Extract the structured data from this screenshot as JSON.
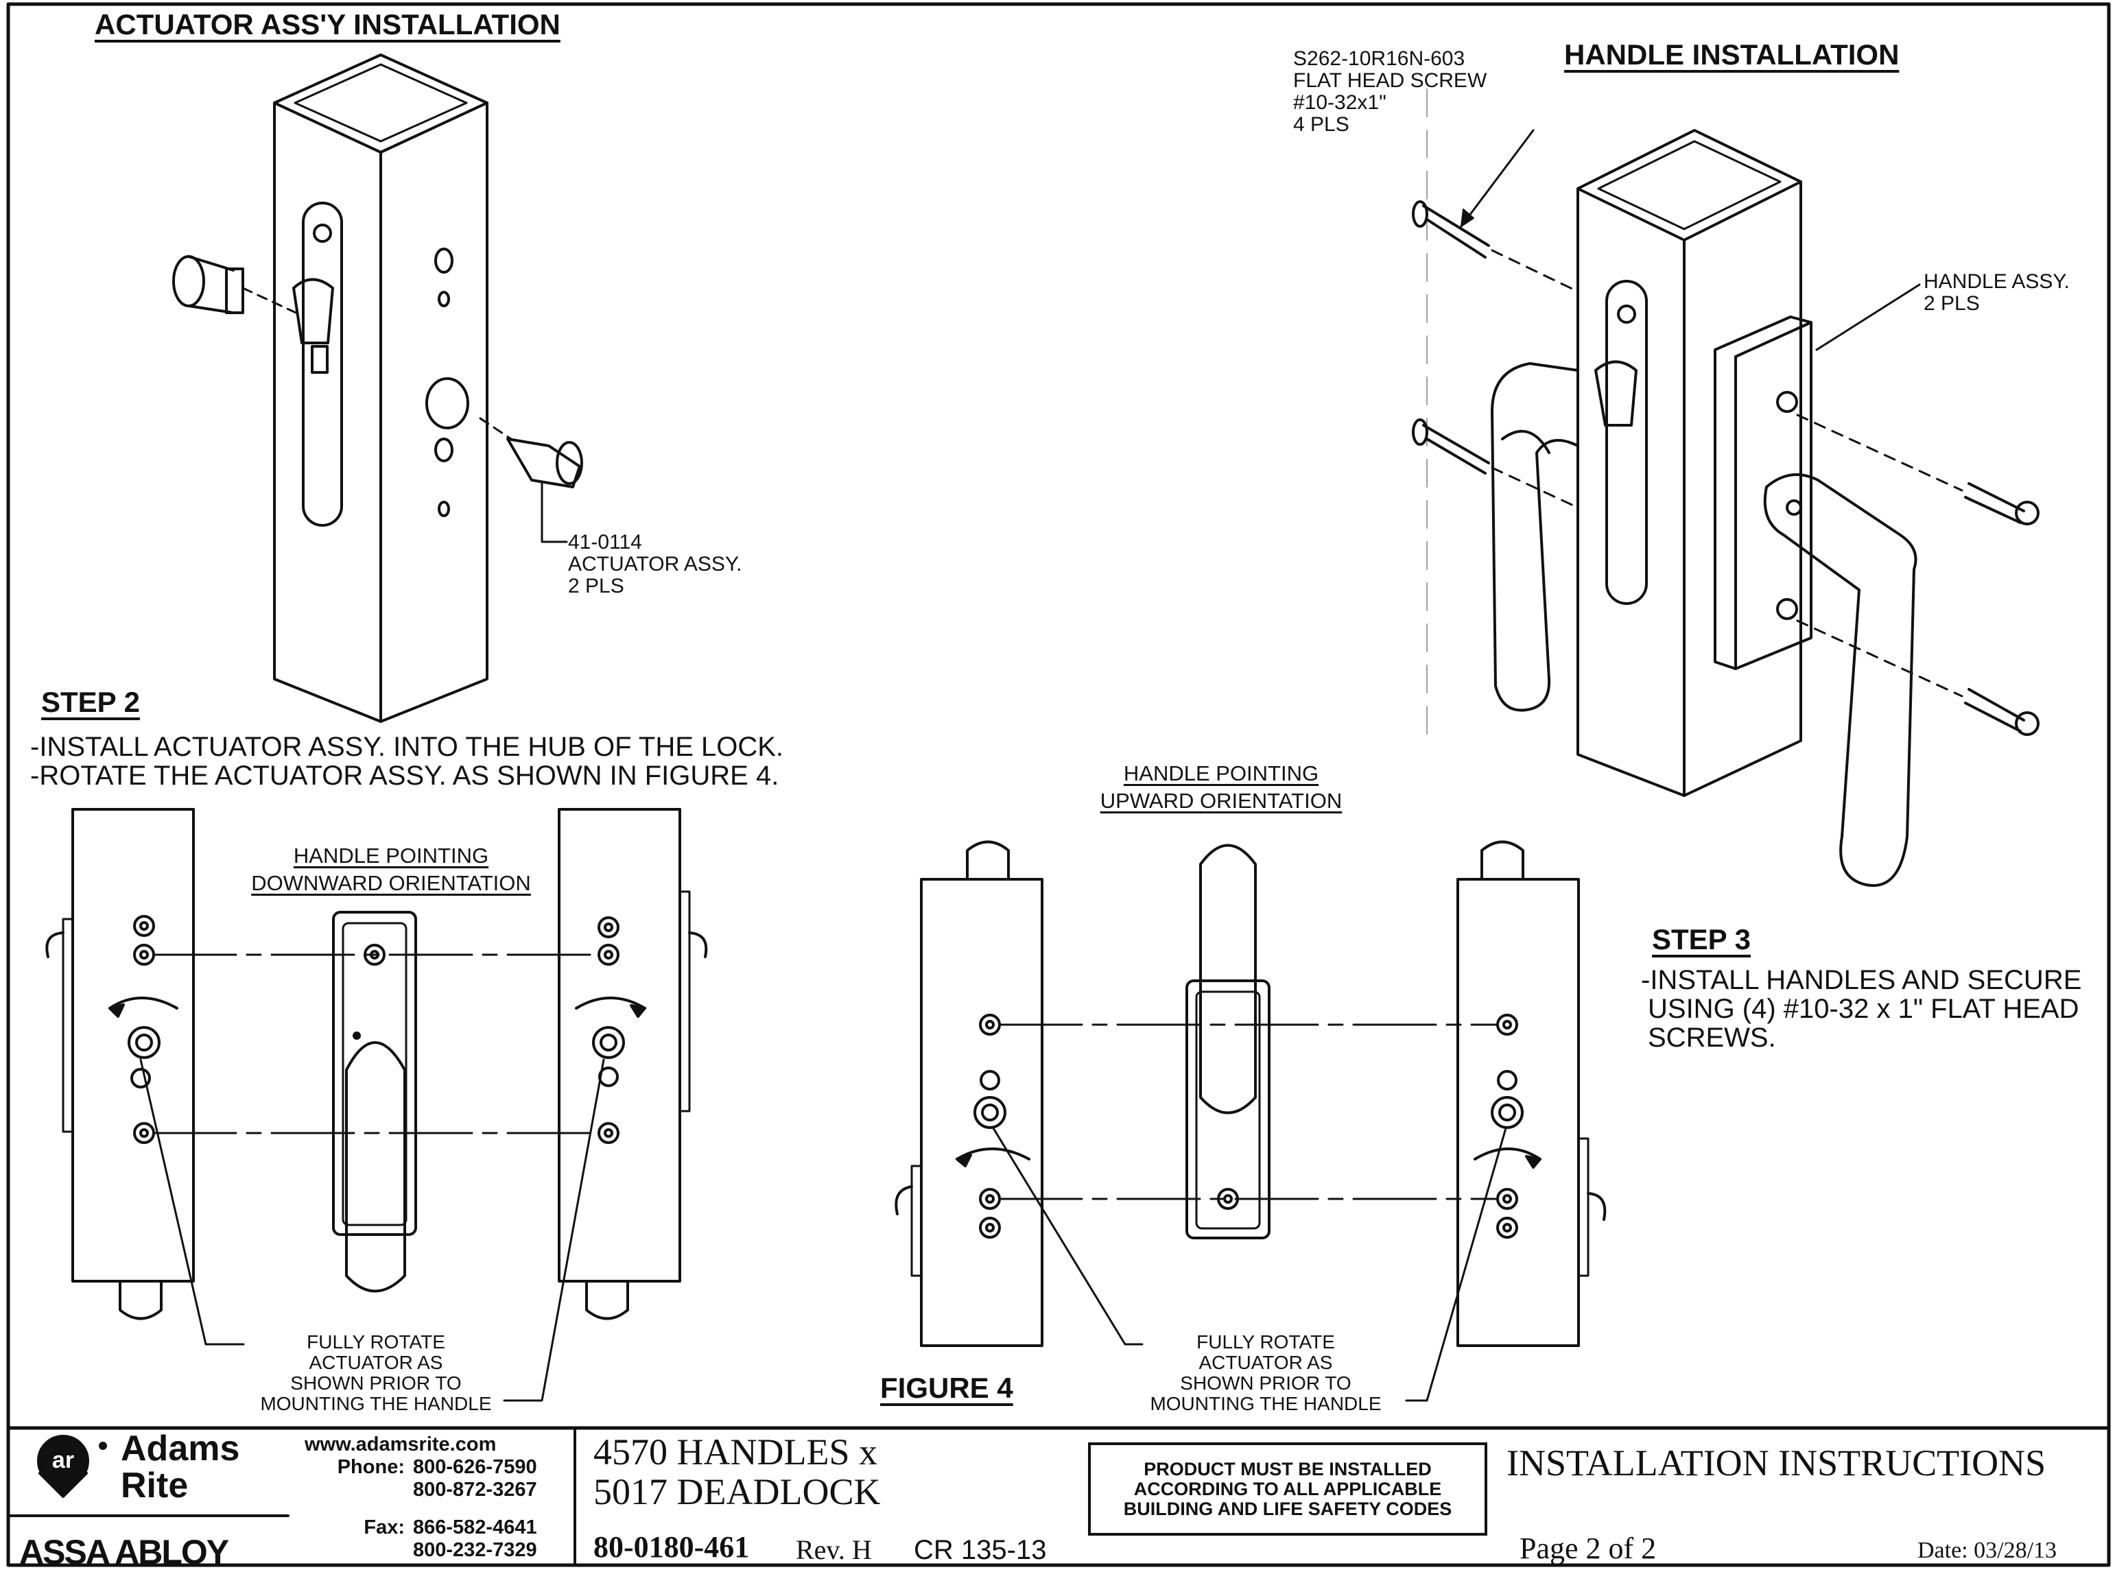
{
  "actuator_section": {
    "title": "ACTUATOR ASS'Y INSTALLATION",
    "actuator_callout": [
      "41-0114",
      "ACTUATOR ASSY.",
      "2 PLS"
    ]
  },
  "step2": {
    "heading": "STEP 2",
    "lines": [
      "-INSTALL ACTUATOR ASSY. INTO THE HUB OF THE LOCK.",
      "-ROTATE THE ACTUATOR ASSY. AS SHOWN IN FIGURE 4."
    ]
  },
  "handle_section": {
    "title": "HANDLE INSTALLATION",
    "screw_callout": [
      "S262-10R16N-603",
      "FLAT HEAD SCREW",
      "#10-32x1\"",
      "4 PLS"
    ],
    "handle_callout": [
      "HANDLE ASSY.",
      "2 PLS"
    ]
  },
  "step3": {
    "heading": "STEP 3",
    "lines": [
      "-INSTALL HANDLES AND SECURE",
      "USING (4) #10-32 x 1\" FLAT HEAD",
      "SCREWS."
    ]
  },
  "figure4": {
    "label": "FIGURE 4",
    "downward": [
      "HANDLE POINTING",
      "DOWNWARD ORIENTATION"
    ],
    "upward": [
      "HANDLE POINTING",
      "UPWARD ORIENTATION"
    ],
    "rotate_note_left": [
      "FULLY ROTATE",
      "ACTUATOR AS",
      "SHOWN PRIOR TO",
      "MOUNTING THE HANDLE"
    ],
    "rotate_note_right": [
      "FULLY ROTATE",
      "ACTUATOR AS",
      "SHOWN PRIOR TO",
      "MOUNTING THE HANDLE"
    ]
  },
  "title_block": {
    "brand_line1": "Adams",
    "brand_line2": "Rite",
    "logo_letters": "ar",
    "parent_brand": "ASSA ABLOY",
    "website": "www.adamsrite.com",
    "phone_label": "Phone:",
    "phone_1": "800-626-7590",
    "phone_2": "800-872-3267",
    "fax_label": "Fax:",
    "fax_1": "866-582-4641",
    "fax_2": "800-232-7329",
    "product_line1": "4570 HANDLES x",
    "product_line2": "5017 DEADLOCK",
    "part_number": "80-0180-461",
    "revision": "Rev. H",
    "change_record": "CR 135-13",
    "warning": [
      "PRODUCT MUST BE INSTALLED",
      "ACCORDING TO ALL APPLICABLE",
      "BUILDING AND LIFE SAFETY CODES"
    ],
    "doc_title": "INSTALLATION INSTRUCTIONS",
    "page": "Page 2 of 2",
    "date": "Date: 03/28/13"
  }
}
